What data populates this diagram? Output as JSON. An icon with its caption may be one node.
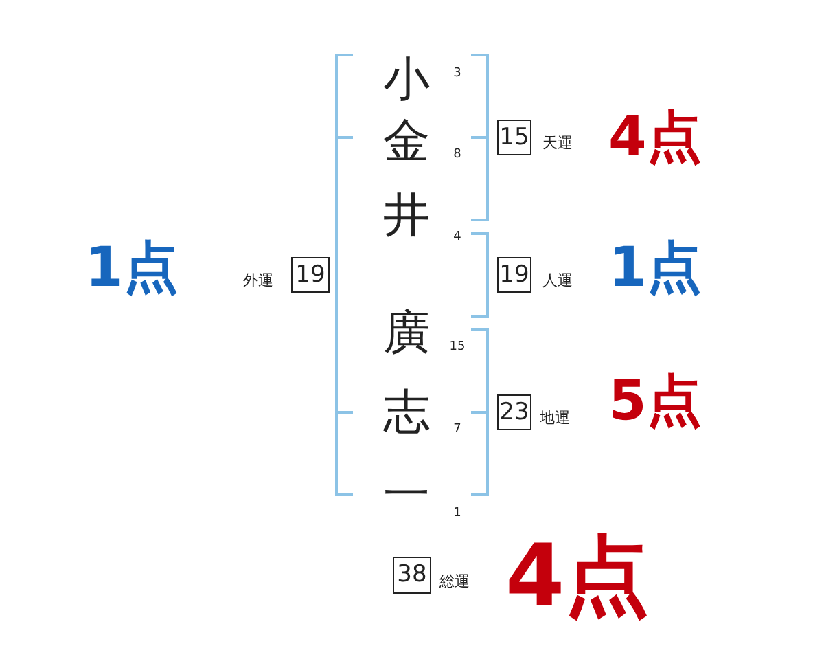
{
  "diagram": {
    "nodes": [
      {
        "text": [
          "15"
        ],
        "beside": [
          "天運",
          "4点"
        ]
      },
      {
        "text": [
          "19"
        ],
        "beside": [
          "外運",
          "1点"
        ]
      },
      {
        "text": [
          "19"
        ],
        "beside": [
          "人運",
          "1点"
        ]
      },
      {
        "text": [
          "23"
        ],
        "beside": [
          "地運",
          "5点"
        ]
      },
      {
        "text": [
          "38"
        ],
        "beside": [
          "総運",
          "4点"
        ]
      }
    ],
    "edges": [],
    "labels": [
      "小",
      "3",
      "金",
      "8",
      "井",
      "4",
      "廣",
      "15",
      "志",
      "7",
      "一",
      "1"
    ]
  }
}
